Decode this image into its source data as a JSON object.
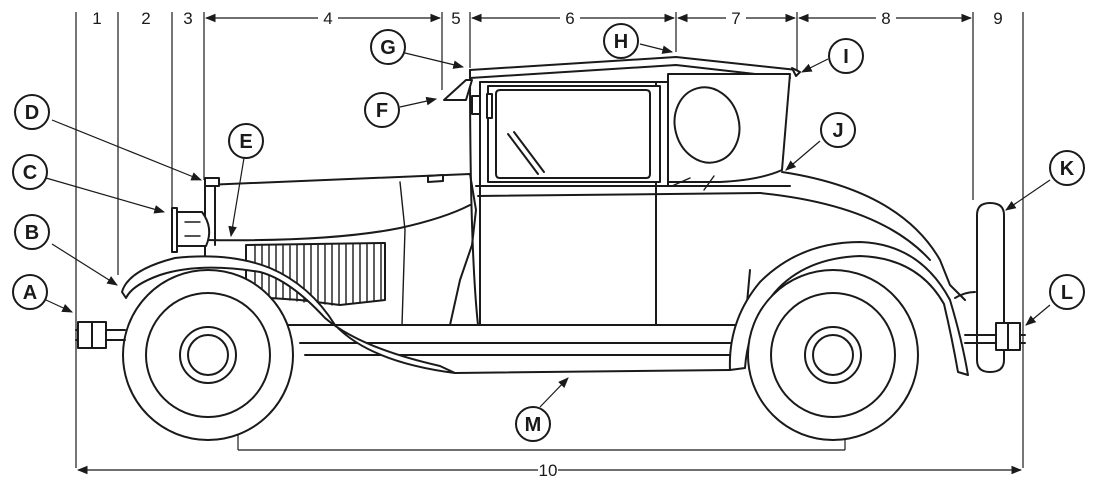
{
  "dimension_labels": [
    "1",
    "2",
    "3",
    "4",
    "5",
    "6",
    "7",
    "8",
    "9",
    "10"
  ],
  "callouts": [
    "A",
    "B",
    "C",
    "D",
    "E",
    "F",
    "G",
    "H",
    "I",
    "J",
    "K",
    "L",
    "M"
  ]
}
